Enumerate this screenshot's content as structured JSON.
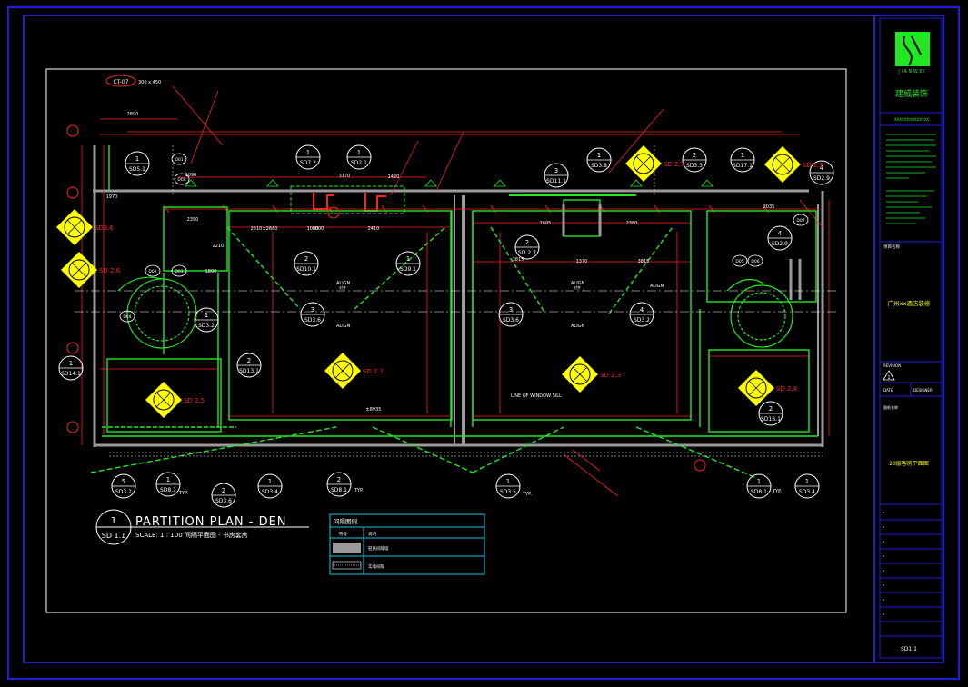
{
  "title_block": {
    "logo_text": "J I A N W E I",
    "company": "建威装饰",
    "header_bar": "XXXXXXXXXXXXXX",
    "project_label": "项目名称",
    "project": "广州xx酒店装修",
    "revision_no": "1",
    "revision_label": "REVISION",
    "date_label": "DATE",
    "designer_label": "DESIGNER",
    "drawing_title_label": "图纸名称",
    "drawing_title": "20层客房平面图",
    "drawing_no": "SD1.1"
  },
  "plan": {
    "title": "PARTITION PLAN - DEN",
    "scale": "SCALE: 1 : 100  间隔平面图 - 书房套房",
    "bubble_no": "1",
    "bubble_ref": "SD 1.1"
  },
  "legend": {
    "title": "间隔图例",
    "col_symbol": "符号",
    "col_desc": "说明",
    "row1": "轻质间隔墙",
    "row2": "实墙间隔"
  },
  "tags": {
    "ct": "CT-07",
    "ct_note": "300 x 450",
    "align": "ALIGN",
    "align_cn": "对齐",
    "window": "LINE OF WINDOW SILL",
    "typ": "TYP."
  },
  "callouts": [
    {
      "n": "1",
      "ref": "SD5.1"
    },
    {
      "n": "1",
      "ref": "SD7.2"
    },
    {
      "n": "1",
      "ref": "SD2.1"
    },
    {
      "n": "3",
      "ref": "SD11.1"
    },
    {
      "n": "1",
      "ref": "SD3.8"
    },
    {
      "n": "2",
      "ref": "SD3.3"
    },
    {
      "n": "1",
      "ref": "SD17.1"
    },
    {
      "n": "2",
      "ref": "SD10.1"
    },
    {
      "n": "1",
      "ref": "SD9.1"
    },
    {
      "n": "2",
      "ref": "SD 2.7"
    },
    {
      "n": "3",
      "ref": "SD3.6"
    },
    {
      "n": "3",
      "ref": "SD3.6"
    },
    {
      "n": "4",
      "ref": "SD3.2"
    },
    {
      "n": "1",
      "ref": "SD3.2"
    },
    {
      "n": "2",
      "ref": "SD13.1"
    },
    {
      "n": "1",
      "ref": "SD14.1"
    },
    {
      "n": "2",
      "ref": "SD16.1"
    },
    {
      "n": "5",
      "ref": "SD3.2"
    },
    {
      "n": "1",
      "ref": "SD8.1"
    },
    {
      "n": "1",
      "ref": "SD3.4"
    },
    {
      "n": "2",
      "ref": "SD3.6"
    },
    {
      "n": "2",
      "ref": "SD8.1"
    },
    {
      "n": "1",
      "ref": "SD3.5"
    },
    {
      "n": "1",
      "ref": "SD8.1"
    },
    {
      "n": "1",
      "ref": "SD3.4"
    },
    {
      "n": "4",
      "ref": "SD2.9"
    },
    {
      "n": "4",
      "ref": "SD2.9"
    }
  ],
  "elev": [
    {
      "ref": "SD 2.1"
    },
    {
      "ref": "SD 2.3"
    },
    {
      "ref": "SD 2.5"
    },
    {
      "ref": "SD 2.8"
    },
    {
      "ref": "SD 2.7"
    },
    {
      "ref": "SD 2.9"
    },
    {
      "ref": "SD3.6"
    },
    {
      "ref": "SD 2.6"
    }
  ],
  "dims": [
    "2890",
    "2350",
    "1970",
    "1605",
    "2380",
    "1090",
    "1000",
    "2410",
    "3170",
    "2210",
    "3815",
    "1370",
    "2510",
    "3815",
    "1000",
    "1800",
    "±2680",
    "±8935",
    "2035",
    "1420"
  ],
  "doors": [
    "D01",
    "D02",
    "D03",
    "D04",
    "D05",
    "D06",
    "D07",
    "D08"
  ]
}
